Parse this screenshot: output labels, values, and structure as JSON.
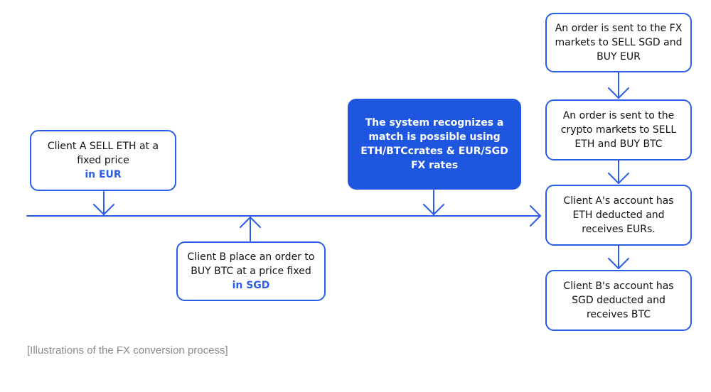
{
  "nodes": {
    "client_a_sell": {
      "text": "Client A SELL ETH at a fixed price",
      "highlight": "in EUR"
    },
    "client_b_order": {
      "text": "Client B place an order to BUY BTC at a price fixed",
      "highlight": "in SGD"
    },
    "system_match": {
      "text": "The system recognizes a match is possible using ETH/BTCcrates & EUR/SGD FX rates"
    },
    "fx_order": {
      "text": "An order is sent to the FX markets to SELL SGD and BUY EUR"
    },
    "crypto_order": {
      "text": "An order is sent to the crypto markets to SELL ETH and BUY BTC"
    },
    "client_a_account": {
      "text": "Client A's account has ETH deducted and receives EURs."
    },
    "client_b_account": {
      "text": "Client B's account has SGD deducted and receives BTC"
    }
  },
  "caption": "[Illustrations of the FX conversion process]",
  "colors": {
    "accent": "#2b5ee6",
    "filled": "#1f56e0",
    "caption": "#8a8a8a"
  }
}
